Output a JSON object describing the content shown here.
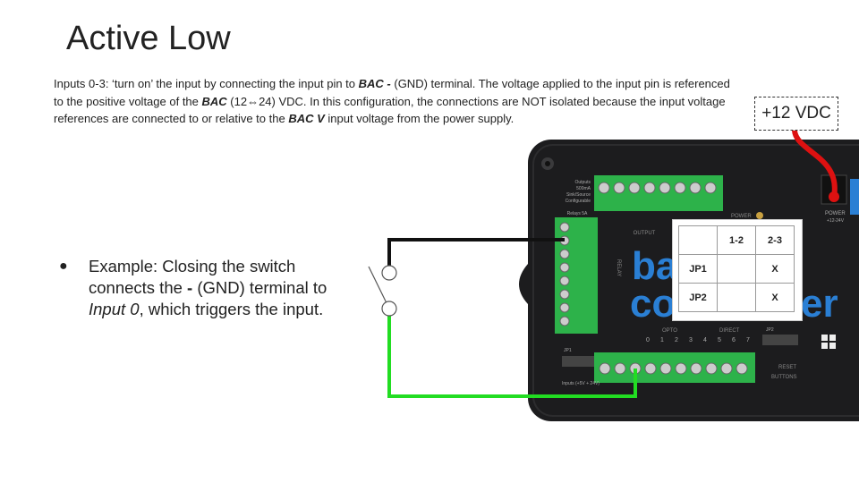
{
  "title": "Active Low",
  "description": {
    "p1": "Inputs 0-3: ‘turn on’ the input by connecting the input pin to ",
    "b1": "BAC -",
    "p2": " (GND) terminal.  The voltage applied to the input pin is referenced to the positive voltage of the ",
    "b2": "BAC",
    "p3": " (12⇔24) VDC.  In this configuration, the connections are NOT isolated because the input voltage references are connected to or relative to the ",
    "b3": "BAC V",
    "p4": " input voltage from the power supply."
  },
  "bullet": {
    "t1": "Example: Closing the switch connects the ",
    "b1": "-",
    "t2": " (GND) terminal to ",
    "i1": "Input 0",
    "t3": ", which triggers the input."
  },
  "supply_label": "+12 VDC",
  "jumper_table": {
    "headers": [
      "",
      "1-2",
      "2-3"
    ],
    "rows": [
      [
        "JP1",
        "",
        "X"
      ],
      [
        "JP2",
        "",
        "X"
      ]
    ]
  },
  "board": {
    "top_labels": [
      "Outputs",
      "500mA",
      "Sink/Source",
      "Configurable"
    ],
    "power_label": "POWER",
    "output_label": "OUTPUT",
    "opto_label": "OPTO",
    "direct_label": "DIRECT",
    "relay_label": "RELAY",
    "relays_label": "Relays 5A",
    "jp1_label": "JP1",
    "jp2_label": "JP2",
    "reset_label": "RESET",
    "buttons_label": "BUTTONS",
    "inputs_label": "Inputs (+5V + 24V)",
    "power_right": "POWER",
    "power_range": "+12-24V",
    "input_digits": [
      "0",
      "1",
      "2",
      "3",
      "4",
      "5",
      "6",
      "7"
    ],
    "brand_a": "ba",
    "brand_b": "co",
    "brand_c": "er"
  },
  "colors": {
    "board": "#1c1c1e",
    "terminal": "#2db24a",
    "wire_black": "#111111",
    "wire_green": "#22dd22",
    "wire_red": "#dd1111",
    "brand_blue": "#2a7fd4"
  }
}
